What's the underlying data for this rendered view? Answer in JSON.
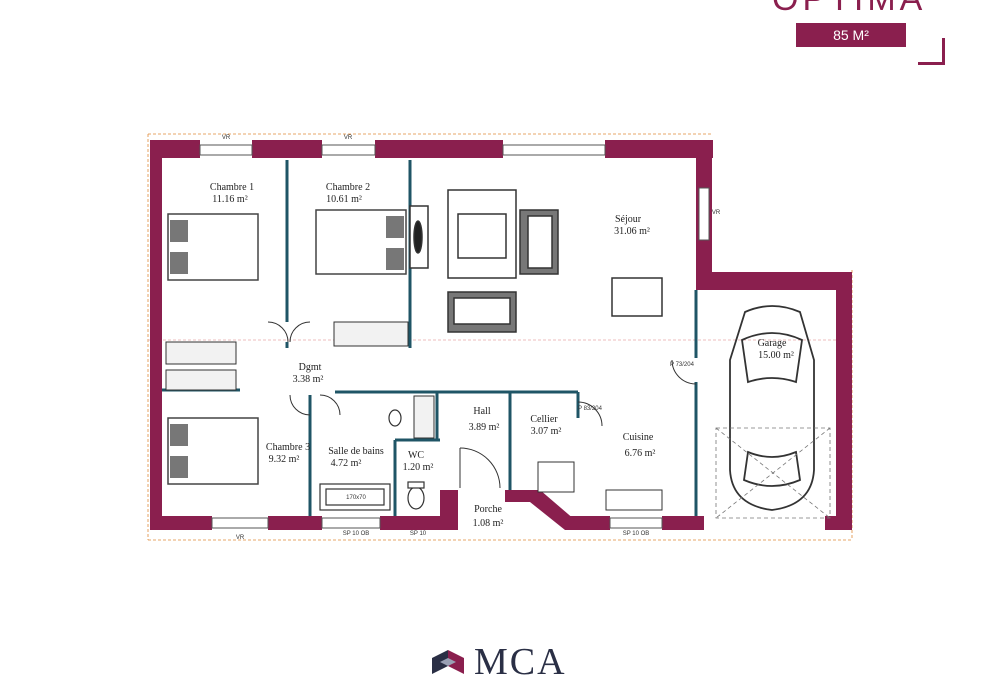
{
  "header": {
    "title": "OPTIMA",
    "area": "85 M²"
  },
  "rooms": [
    {
      "id": "chambre1",
      "name": "Chambre 1",
      "area": "11.16 m²"
    },
    {
      "id": "chambre2",
      "name": "Chambre 2",
      "area": "10.61 m²"
    },
    {
      "id": "sejour",
      "name": "Séjour",
      "area": "31.06 m²"
    },
    {
      "id": "garage",
      "name": "Garage",
      "area": "15.00 m²"
    },
    {
      "id": "dgmt",
      "name": "Dgmt",
      "area": "3.38 m²"
    },
    {
      "id": "chambre3",
      "name": "Chambre 3",
      "area": "9.32 m²"
    },
    {
      "id": "sdb",
      "name": "Salle de bains",
      "area": "4.72 m²"
    },
    {
      "id": "wc",
      "name": "WC",
      "area": "1.20 m²"
    },
    {
      "id": "hall",
      "name": "Hall",
      "area": "3.89 m²"
    },
    {
      "id": "cellier",
      "name": "Cellier",
      "area": "3.07 m²"
    },
    {
      "id": "cuisine",
      "name": "Cuisine",
      "area": "6.76 m²"
    },
    {
      "id": "porche",
      "name": "Porche",
      "area": "1.08 m²"
    }
  ],
  "annotations": {
    "vr": "VR",
    "sp_left": "SP 10 OB",
    "sp_mid": "SP 10",
    "sp_right": "SP 10 OB",
    "door_p73": "P 73/204",
    "door_p83": "P 83/204",
    "bath": "170x70"
  },
  "brand": {
    "name": "MCA"
  },
  "colors": {
    "wall": "#8a1f4e",
    "partition": "#1f5566",
    "dim": "#e08a3a"
  }
}
